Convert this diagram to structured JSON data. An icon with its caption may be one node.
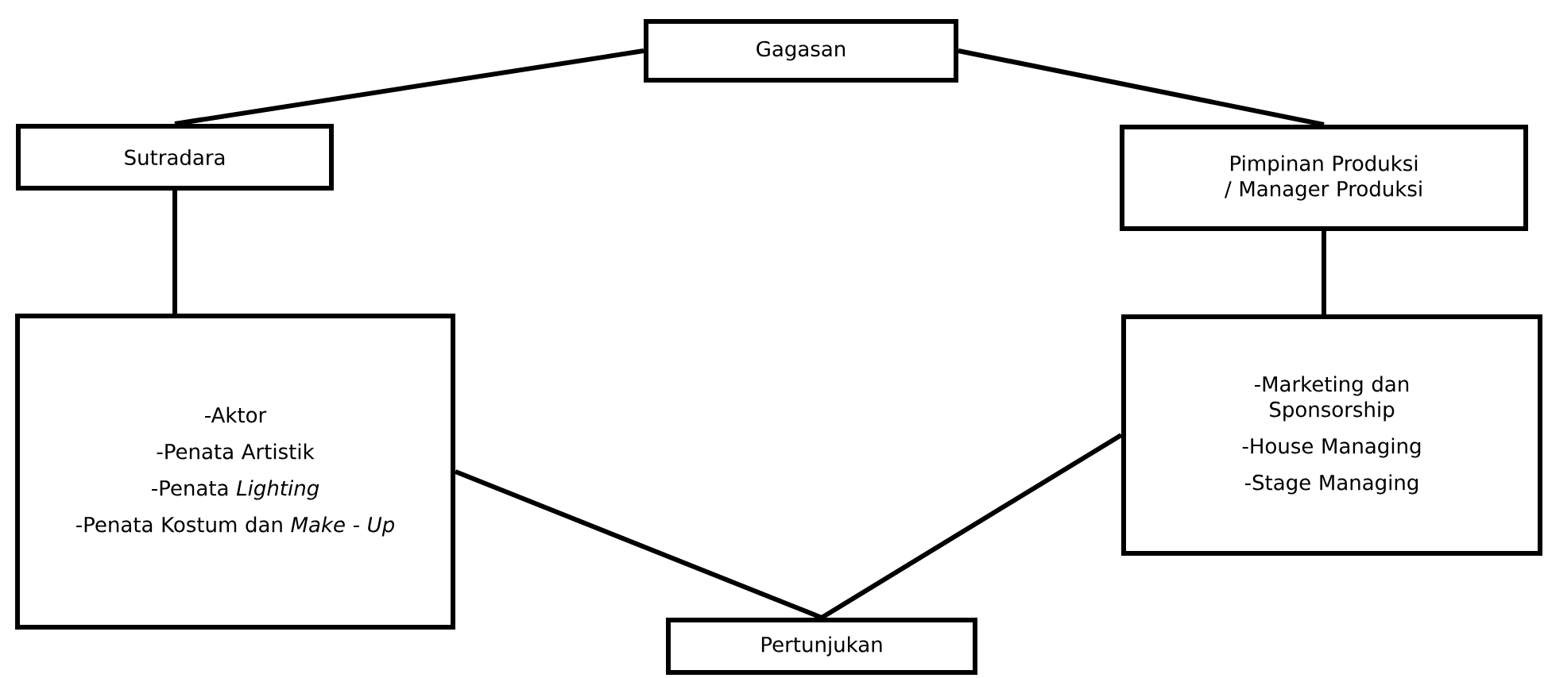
{
  "diagram": {
    "nodes": [
      {
        "text": [
          "Gagasan"
        ]
      },
      {
        "text": [
          "Sutradara"
        ]
      },
      {
        "text": [
          "Pimpinan Produksi / Manager Produksi"
        ]
      },
      {
        "text": [
          "-Aktor",
          "-Penata Artistik",
          "-Penata *Lighting*",
          "-Penata Kostum dan *Make - Up*"
        ]
      },
      {
        "text": [
          "-Marketing dan Sponsorship",
          "-House Managing",
          "-Stage Managing"
        ]
      },
      {
        "text": [
          "Pertunjukan"
        ]
      }
    ],
    "edges": [
      {
        "from": 0,
        "to": 1,
        "arrow": "none"
      },
      {
        "from": 0,
        "to": 2,
        "arrow": "none"
      },
      {
        "from": 1,
        "to": 3,
        "arrow": "none"
      },
      {
        "from": 2,
        "to": 4,
        "arrow": "none"
      },
      {
        "from": 3,
        "to": 5,
        "arrow": "none"
      },
      {
        "from": 4,
        "to": 5,
        "arrow": "none"
      }
    ]
  }
}
